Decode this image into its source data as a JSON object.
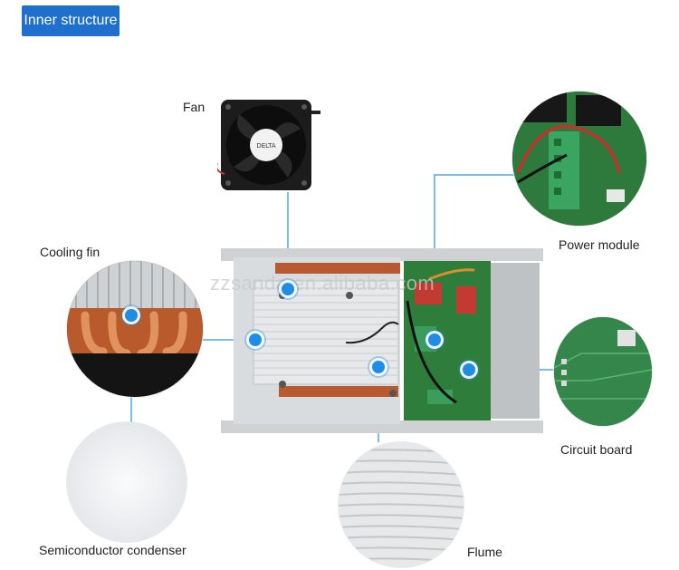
{
  "header": {
    "title": "Inner structure"
  },
  "watermark": "zzsanda.en.alibaba.com",
  "labels": {
    "fan": "Fan",
    "cooling_fin": "Cooling fin",
    "power_module": "Power module",
    "circuit_board": "Circuit board",
    "semiconductor_condenser": "Semiconductor condenser",
    "flume": "Flume"
  },
  "fan_sticker": "DELTA",
  "colors": {
    "accent_blue": "#1f8de6",
    "tab_blue": "#1f6fcc",
    "pcb_green": "#2f7d3a",
    "copper": "#c46a3a"
  }
}
